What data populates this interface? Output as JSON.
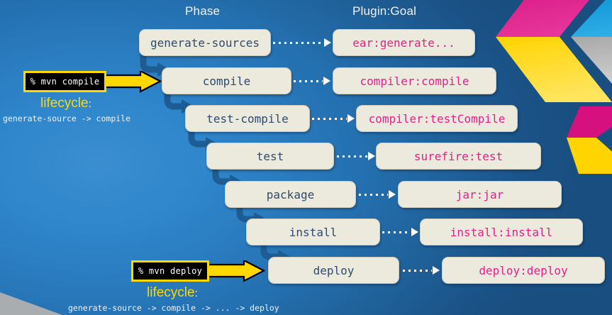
{
  "headers": {
    "phase": "Phase",
    "plugin_goal": "Plugin:Goal"
  },
  "colors": {
    "background_light": "#3a8ed0",
    "background_dark": "#194e80",
    "node_fill": "#ece9dd",
    "phase_text": "#2d4b70",
    "goal_text": "#e0218a",
    "accent_yellow": "#ffd800",
    "accent_magenta": "#e0218a",
    "accent_cyan": "#0d9ddb",
    "accent_gray": "#b3b3b3",
    "connector_blue": "#1d5d93",
    "callout_bg": "#000000"
  },
  "rows": [
    {
      "phase": "generate-sources",
      "goal": "ear:generate..."
    },
    {
      "phase": "compile",
      "goal": "compiler:compile"
    },
    {
      "phase": "test-compile",
      "goal": "compiler:testCompile"
    },
    {
      "phase": "test",
      "goal": "surefire:test"
    },
    {
      "phase": "package",
      "goal": "jar:jar"
    },
    {
      "phase": "install",
      "goal": "install:install"
    },
    {
      "phase": "deploy",
      "goal": "deploy:deploy"
    }
  ],
  "callouts": [
    {
      "command": "% mvn compile",
      "lifecycle_label": "lifecycle",
      "lifecycle_colon": ":",
      "lifecycle_chain": "generate-source -> compile"
    },
    {
      "command": "% mvn deploy",
      "lifecycle_label": "lifecycle",
      "lifecycle_colon": ":",
      "lifecycle_chain": "generate-source -> compile -> ... -> deploy"
    }
  ],
  "decorations": {
    "top_right_chevron": "chevron-magenta-yellow-cyan-gray",
    "mid_right_chevron": "chevron-magenta-yellow",
    "bottom_left_wedge": "triangle-gray"
  }
}
